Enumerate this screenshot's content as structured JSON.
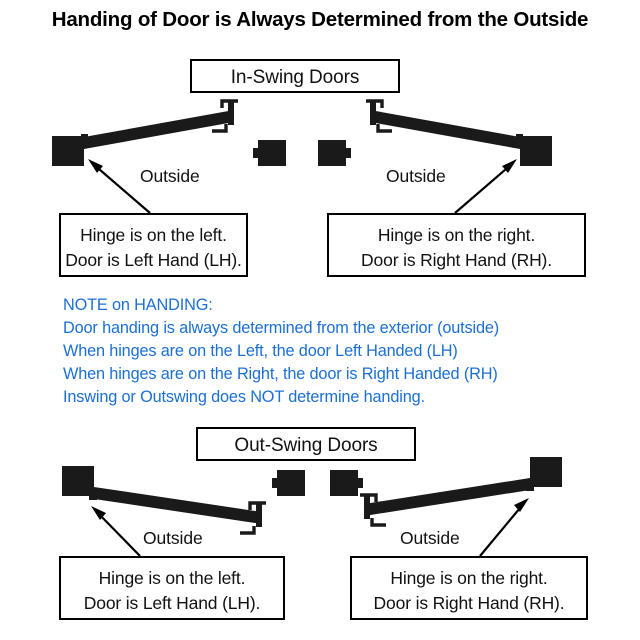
{
  "title": "Handing of Door is Always Determined from the Outside",
  "sections": {
    "inswing": {
      "label": "In-Swing Doors"
    },
    "outswing": {
      "label": "Out-Swing Doors"
    }
  },
  "labels": {
    "outside": "Outside"
  },
  "callouts": {
    "inswing_left": {
      "line1": "Hinge is on the left.",
      "line2": "Door is Left Hand (LH)."
    },
    "inswing_right": {
      "line1": "Hinge is on the right.",
      "line2": "Door is Right Hand (RH)."
    },
    "outswing_left": {
      "line1": "Hinge is on the left.",
      "line2": "Door is Left Hand (LH)."
    },
    "outswing_right": {
      "line1": "Hinge is on the right.",
      "line2": "Door is Right Hand (RH)."
    }
  },
  "note": {
    "heading": "NOTE on HANDING:",
    "lines": [
      "Door handing is always determined from the exterior (outside)",
      "When hinges are on the Left, the door Left Handed (LH)",
      "When hinges are on the Right, the door is Right Handed (RH)",
      "Inswing or Outswing does NOT determine handing."
    ]
  },
  "colors": {
    "ink": "#000000",
    "note_blue": "#1b6fd4",
    "door_black": "#1a1a1a",
    "background": "#ffffff"
  },
  "diagram": {
    "type": "door-handing-illustration",
    "panels": [
      {
        "name": "in-swing-left",
        "hinge_side": "left",
        "swing": "in",
        "hand": "LH"
      },
      {
        "name": "in-swing-right",
        "hinge_side": "right",
        "swing": "in",
        "hand": "RH"
      },
      {
        "name": "out-swing-left",
        "hinge_side": "left",
        "swing": "out",
        "hand": "LH"
      },
      {
        "name": "out-swing-right",
        "hinge_side": "right",
        "swing": "out",
        "hand": "RH"
      }
    ]
  }
}
